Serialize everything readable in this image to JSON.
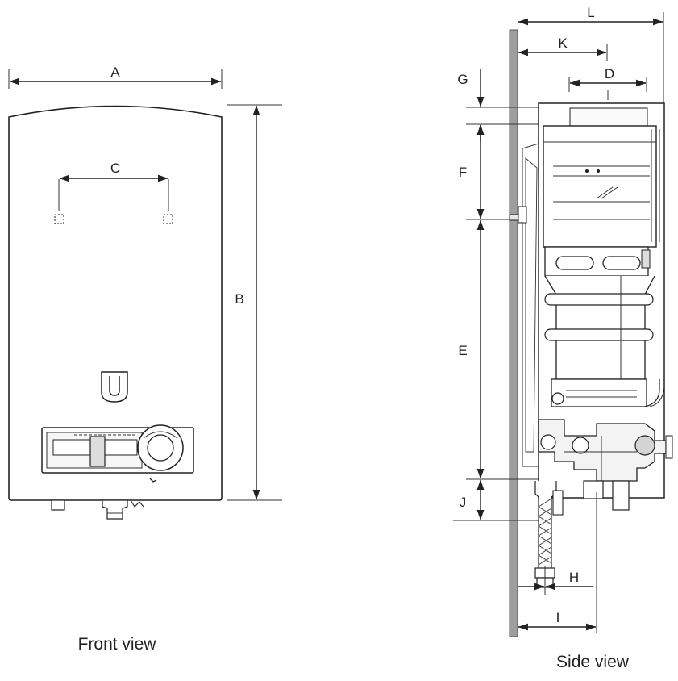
{
  "front_view": {
    "caption": "Front view",
    "dims": {
      "A": "A",
      "B": "B",
      "C": "C"
    }
  },
  "side_view": {
    "caption": "Side view",
    "dims": {
      "L": "L",
      "K": "K",
      "D": "D",
      "G": "G",
      "F": "F",
      "E": "E",
      "J": "J",
      "H": "H",
      "I": "I"
    }
  },
  "colors": {
    "line": "#222222",
    "panel": "#9e9e9e",
    "body_fill": "#ffffff"
  }
}
